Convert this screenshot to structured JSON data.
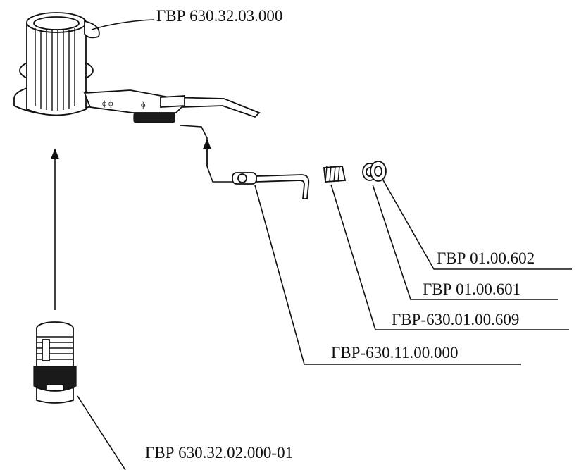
{
  "labels": {
    "housing": "ГВР 630.32.03.000",
    "washer": "ГВР 01.00.602",
    "nut": "ГВР 01.00.601",
    "spring": "ГВР-630.01.00.609",
    "rod": "ГВР-630.11.00.000",
    "nozzle": "ГВР 630.32.02.000-01"
  },
  "icons": {
    "housing": "valve-housing-with-lever-icon",
    "rod": "bent-rod-icon",
    "spring": "spring-icon",
    "nut": "nut-icon",
    "washer": "washer-icon",
    "nozzle": "threaded-nozzle-icon"
  }
}
